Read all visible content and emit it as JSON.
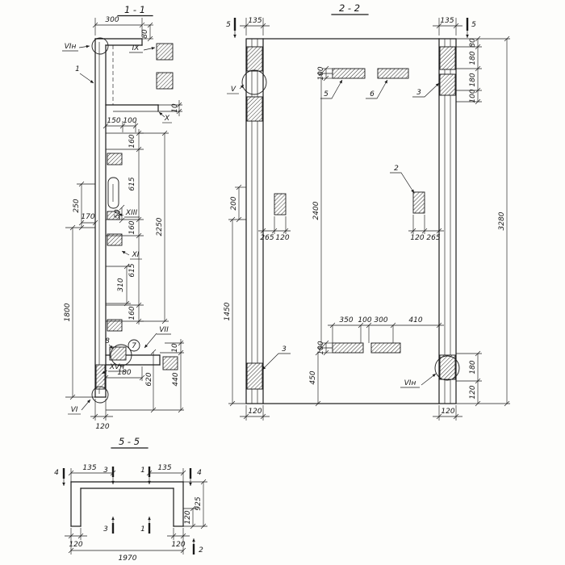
{
  "s11": {
    "title": "1 - 1",
    "dims": {
      "d300": "300",
      "d80": "80",
      "d150": "150",
      "d100": "100",
      "d160": "160",
      "d615": "615",
      "d2250": "2250",
      "d250": "250",
      "d170": "170",
      "d50": "50",
      "d310": "310",
      "d1800": "1800",
      "d10": "10",
      "d180": "180",
      "d440": "440",
      "d620": "620",
      "d120": "120"
    },
    "marks": {
      "vi_top": "VIн",
      "pos1": "1",
      "ix": "IX",
      "x": "X",
      "xiii": "XIII",
      "xi": "XI",
      "vii": "VII",
      "pos8": "8",
      "pos7": "7",
      "xv": "XVн",
      "vi_bottom": "VI"
    }
  },
  "s22": {
    "title": "2 - 2",
    "cut5": "5",
    "dims": {
      "d135": "135",
      "d80": "80",
      "d180": "180",
      "d100": "100",
      "d3280": "3280",
      "d2400": "2400",
      "d200": "200",
      "d1450": "1450",
      "d265": "265",
      "d120": "120",
      "d350": "350",
      "d300": "300",
      "d410": "410",
      "d450": "450"
    },
    "marks": {
      "v": "V",
      "pos5": "5",
      "pos6": "6",
      "pos3": "3",
      "pos2": "2",
      "vi": "VIн"
    }
  },
  "s55": {
    "title": "5 - 5",
    "dims": {
      "d135": "135",
      "d120": "120",
      "d925": "925",
      "d1970": "1970"
    },
    "marks": {
      "cut4": "4",
      "cut3": "3",
      "cut1": "1",
      "cut2": "2"
    }
  },
  "colors": {
    "ink": "#1b1b1b",
    "paper": "#fdfdfb"
  }
}
